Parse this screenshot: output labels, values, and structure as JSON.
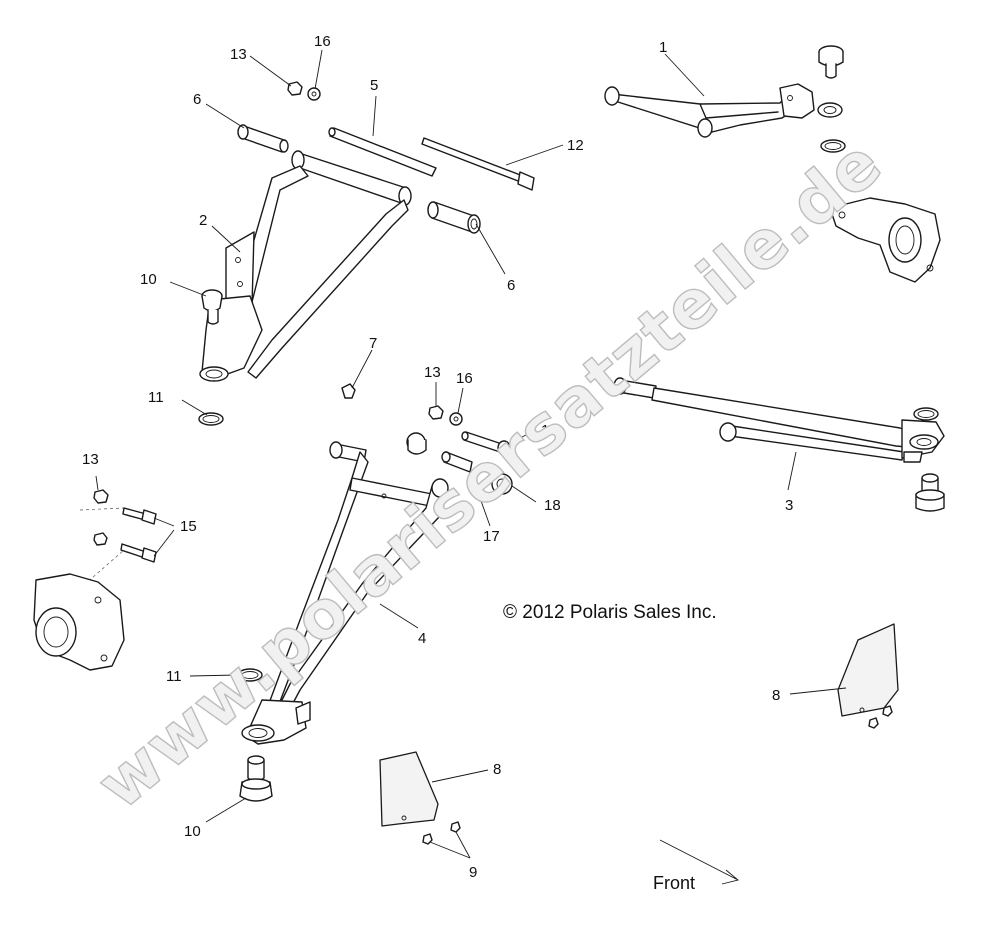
{
  "copyright": "© 2012 Polaris Sales Inc.",
  "front_label": "Front",
  "watermark": "www.polarisersatzteile.de",
  "callouts": [
    {
      "id": "c1",
      "text": "1"
    },
    {
      "id": "c2",
      "text": "2"
    },
    {
      "id": "c3",
      "text": "3"
    },
    {
      "id": "c4",
      "text": "4"
    },
    {
      "id": "c5",
      "text": "5"
    },
    {
      "id": "c6a",
      "text": "6"
    },
    {
      "id": "c6b",
      "text": "6"
    },
    {
      "id": "c7",
      "text": "7"
    },
    {
      "id": "c8a",
      "text": "8"
    },
    {
      "id": "c8b",
      "text": "8"
    },
    {
      "id": "c9",
      "text": "9"
    },
    {
      "id": "c10a",
      "text": "10"
    },
    {
      "id": "c10b",
      "text": "10"
    },
    {
      "id": "c11a",
      "text": "11"
    },
    {
      "id": "c11b",
      "text": "11"
    },
    {
      "id": "c12",
      "text": "12"
    },
    {
      "id": "c13a",
      "text": "13"
    },
    {
      "id": "c13b",
      "text": "13"
    },
    {
      "id": "c13c",
      "text": "13"
    },
    {
      "id": "c14",
      "text": "14"
    },
    {
      "id": "c15",
      "text": "15"
    },
    {
      "id": "c16a",
      "text": "16"
    },
    {
      "id": "c16b",
      "text": "16"
    },
    {
      "id": "c17",
      "text": "17"
    },
    {
      "id": "c18",
      "text": "18"
    }
  ]
}
